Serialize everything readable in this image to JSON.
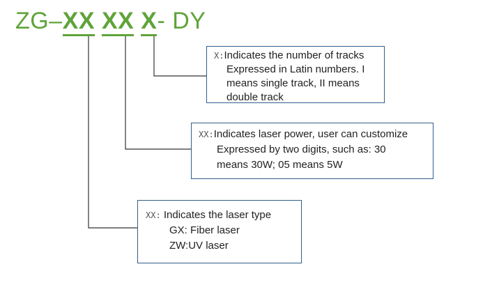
{
  "code": {
    "prefix": "ZG",
    "dash1": " – ",
    "seg1": "XX",
    "seg2": "XX",
    "seg3": "X",
    "suffix": " - DY"
  },
  "box_tracks": {
    "key": "X:",
    "line1": "Indicates the number of tracks",
    "line2": "Expressed in Latin numbers. I",
    "line3": "means single track, II means",
    "line4": "double track"
  },
  "box_power": {
    "key": "XX:",
    "line1": "Indicates laser power, user can customize",
    "line2": "Expressed by two digits, such as: 30",
    "line3": "means 30W; 05 means 5W"
  },
  "box_type": {
    "key": "XX:",
    "line1": "Indicates the laser type",
    "line2": "GX: Fiber laser",
    "line3": "ZW:UV laser"
  },
  "colors": {
    "code": "#5fa43a",
    "border": "#2f5f8a",
    "line": "#333333"
  }
}
